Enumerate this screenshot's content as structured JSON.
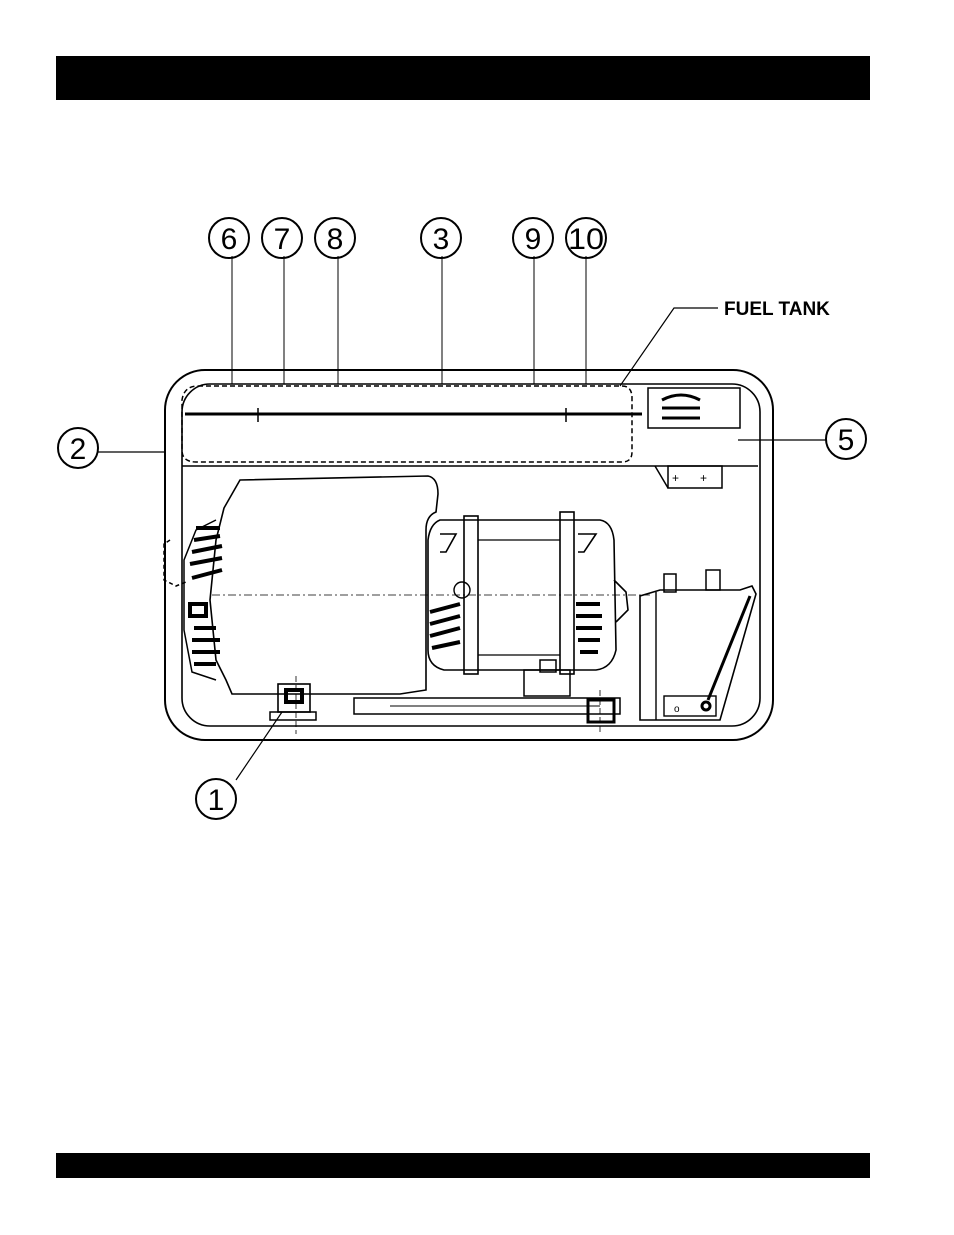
{
  "header_bar": {
    "color": "#000000"
  },
  "footer_bar": {
    "color": "#000000"
  },
  "diagram": {
    "callouts": {
      "c1": "1",
      "c2": "2",
      "c3": "3",
      "c5": "5",
      "c6": "6",
      "c7": "7",
      "c8": "8",
      "c9": "9",
      "c10": "10"
    },
    "fuel_tank_label": "FUEL TANK"
  }
}
